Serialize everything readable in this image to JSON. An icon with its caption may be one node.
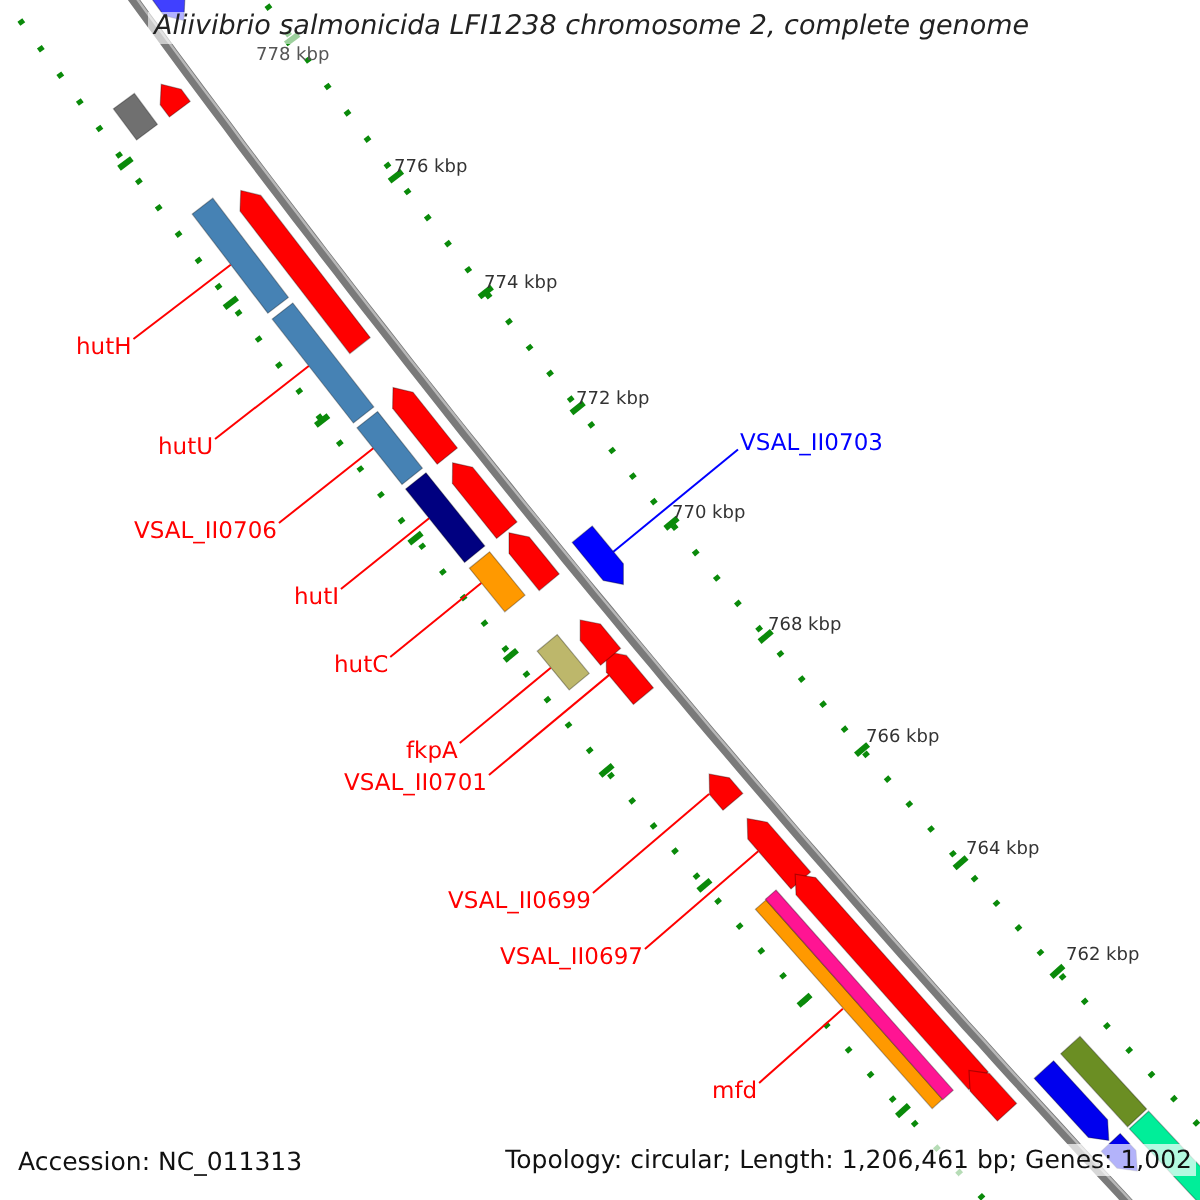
{
  "diagram": {
    "title": "Aliivibrio salmonicida LFI1238 chromosome 2, complete genome",
    "nodes": [
      {
        "text": [
          "hutH"
        ]
      },
      {
        "text": [
          "hutU"
        ]
      },
      {
        "text": [
          "VSAL_II0703"
        ]
      },
      {
        "text": [
          "VSAL_II0706"
        ]
      },
      {
        "text": [
          "hutI"
        ]
      },
      {
        "text": [
          "hutC"
        ]
      },
      {
        "text": [
          "fkpA"
        ]
      },
      {
        "text": [
          "VSAL_II0701"
        ]
      },
      {
        "text": [
          "VSAL_II0699"
        ]
      },
      {
        "text": [
          "VSAL_II0697"
        ]
      },
      {
        "text": [
          "mfd"
        ]
      },
      {
        "text": [],
        "shape": "bar"
      },
      {
        "text": [],
        "shape": "bar"
      },
      {
        "text": [],
        "shape": "arrow"
      },
      {
        "text": [],
        "shape": "bar"
      },
      {
        "text": [],
        "shape": "bar"
      },
      {
        "text": [],
        "shape": "bar"
      },
      {
        "text": [],
        "shape": "bar"
      },
      {
        "text": [],
        "shape": "arrow"
      },
      {
        "text": [],
        "shape": "arrow"
      },
      {
        "text": [],
        "shape": "arrow"
      },
      {
        "text": [],
        "shape": "bar"
      },
      {
        "text": [],
        "shape": "arrow"
      },
      {
        "text": [],
        "shape": "arrow"
      },
      {
        "text": [],
        "shape": "bar"
      },
      {
        "text": [],
        "shape": "arrow"
      },
      {
        "text": [],
        "shape": "arrow"
      },
      {
        "text": [],
        "shape": "arrow"
      },
      {
        "text": [],
        "shape": "arrow"
      },
      {
        "text": [],
        "shape": "arrow"
      },
      {
        "text": [],
        "shape": "bar"
      },
      {
        "text": [],
        "shape": "arrow"
      },
      {
        "text": [],
        "shape": "arrow"
      },
      {
        "text": [],
        "shape": "arrow"
      },
      {
        "text": [],
        "shape": "bar"
      },
      {
        "text": [],
        "shape": "arrow"
      },
      {
        "text": [],
        "shape": "bar"
      }
    ],
    "edges": [
      {
        "from": 0,
        "to": 11,
        "arrow": "none"
      },
      {
        "from": 1,
        "to": 12,
        "arrow": "none"
      },
      {
        "from": 2,
        "to": 13,
        "arrow": "none",
        "color": "#0000ff"
      },
      {
        "from": 3,
        "to": 14,
        "arrow": "none"
      },
      {
        "from": 4,
        "to": 15,
        "arrow": "none"
      },
      {
        "from": 5,
        "to": 16,
        "arrow": "none"
      },
      {
        "from": 6,
        "to": 17,
        "arrow": "none"
      },
      {
        "from": 7,
        "to": 18,
        "arrow": "none"
      },
      {
        "from": 8,
        "to": 19,
        "arrow": "none"
      },
      {
        "from": 9,
        "to": 20,
        "arrow": "none"
      },
      {
        "from": 10,
        "to": 21,
        "arrow": "none"
      }
    ],
    "labels": [
      "778 kbp",
      "776 kbp",
      "774 kbp",
      "772 kbp",
      "770 kbp",
      "768 kbp",
      "766 kbp",
      "764 kbp",
      "762 kbp",
      "Accession: NC_011313",
      "Topology: circular; Length: 1,206,461 bp; Genes: 1,002"
    ]
  }
}
